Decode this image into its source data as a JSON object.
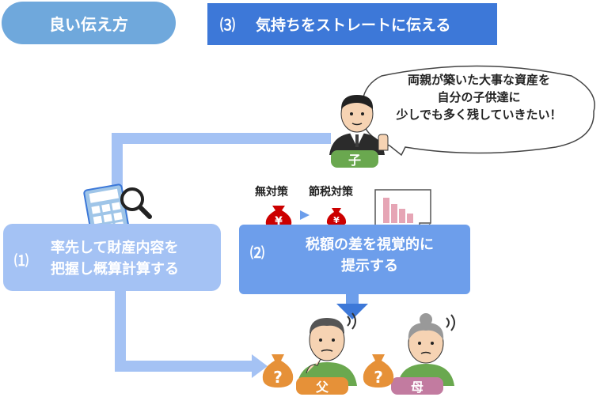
{
  "header": {
    "badge": "良い伝え方"
  },
  "step3": {
    "number": "⑶",
    "text": "気持ちをストレートに伝える"
  },
  "speech": {
    "lines": [
      "両親が築いた大事な資産を",
      "自分の子供達に",
      "少しでも多く残していきたい！"
    ]
  },
  "child": {
    "tag": "子"
  },
  "step1": {
    "number": "⑴",
    "lines": [
      "率先して財産内容を",
      "把握し概算計算する"
    ]
  },
  "step2": {
    "number": "⑵",
    "lines": [
      "税額の差を視覚的に",
      "提示する"
    ]
  },
  "comparison": {
    "left_label": "無対策",
    "right_label": "節税対策",
    "currency": "¥"
  },
  "father": {
    "tag": "父"
  },
  "mother": {
    "tag": "母"
  },
  "question_mark": "?",
  "colors": {
    "badge": "#6fa8dc",
    "step3": "#3d78d8",
    "box1": "#a4c2f4",
    "box2": "#6d9eeb",
    "child": "#6aa84f",
    "father": "#e69138",
    "mother": "#c27ba0",
    "bag": "#e69138",
    "money": "#cc0000"
  }
}
